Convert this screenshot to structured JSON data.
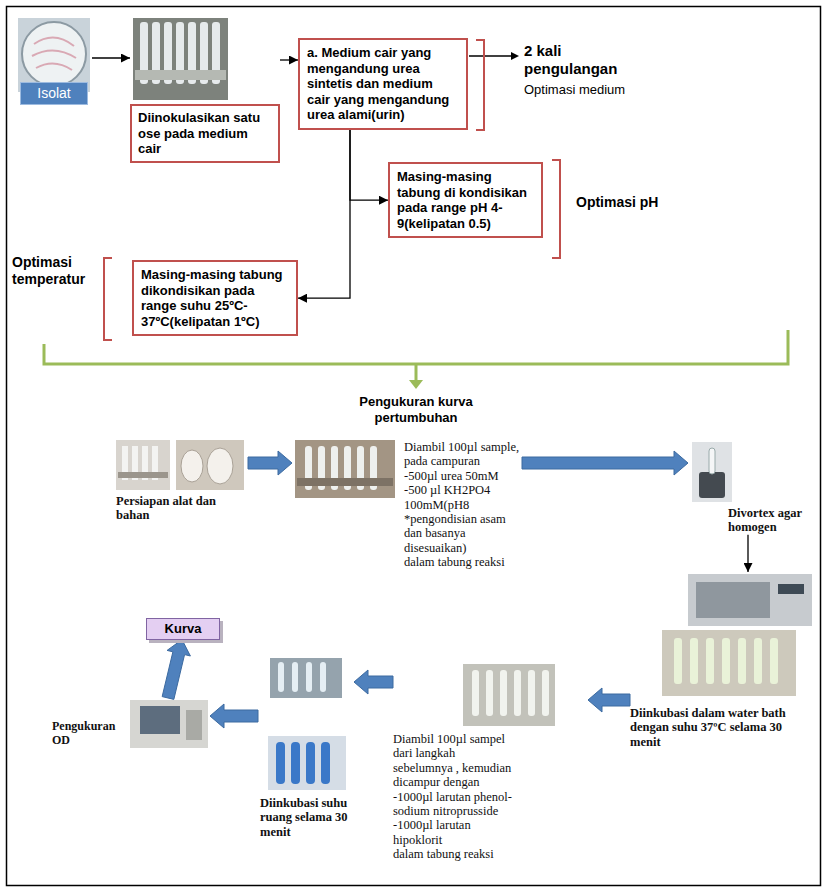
{
  "diagram": {
    "nodes": [
      {
        "text": [
          "Isolat"
        ]
      },
      {
        "text": [
          "Diinokulasikan satu ose pada medium cair"
        ]
      },
      {
        "text": [
          "a. Medium cair yang mengandung urea sintetis dan medium cair yang mengandung urea alami(urin)"
        ]
      },
      {
        "text": [
          "Masing-masing tabung di kondisikan pada range pH 4-9(kelipatan 0.5)"
        ]
      },
      {
        "text": [
          "Masing-masing tabung dikondisikan pada range suhu 25ºC-37ºC(kelipatan 1ºC)"
        ]
      },
      {
        "text": [
          "Persiapan alat dan bahan"
        ]
      },
      {
        "text": [
          "Diambil 100µl sample, pada campuran",
          "-500µl urea 50mM",
          "-500 µl KH2PO4 100mM(pH8",
          "*pengondisian asam dan basanya disesuaikan)",
          "dalam tabung reaksi"
        ]
      },
      {
        "text": [
          "Divortex agar homogen"
        ]
      },
      {
        "text": [
          "Diinkubasi dalam water bath dengan suhu 37ºC selama 30 menit"
        ]
      },
      {
        "text": [
          "Diambil 100µl sampel dari langkah sebelumnya , kemudian dicampur dengan",
          "-1000µl larutan phenol-sodium nitroprusside",
          "-1000µl larutan hipoklorit",
          "dalam tabung reaksi"
        ]
      },
      {
        "text": [
          "Diinkubasi suhu ruang selama 30 menit"
        ]
      },
      {
        "text": [
          "Pengukuran OD"
        ]
      },
      {
        "text": [
          "Kurva"
        ]
      }
    ],
    "edges": [
      {
        "from": 0,
        "to": 1,
        "arrow": "to"
      },
      {
        "from": 1,
        "to": 2,
        "arrow": "to"
      },
      {
        "from": 2,
        "to": 3,
        "arrow": "to"
      },
      {
        "from": 2,
        "to": 4,
        "arrow": "to"
      },
      {
        "from": 5,
        "to": 6,
        "arrow": "to"
      },
      {
        "from": 6,
        "to": 7,
        "arrow": "to"
      },
      {
        "from": 7,
        "to": 8,
        "arrow": "to"
      },
      {
        "from": 8,
        "to": 9,
        "arrow": "to"
      },
      {
        "from": 9,
        "to": 10,
        "arrow": "to"
      },
      {
        "from": 10,
        "to": 11,
        "arrow": "to"
      },
      {
        "from": 11,
        "to": 12,
        "arrow": "to"
      }
    ],
    "labels": [
      "2 kali pengulangan",
      "Optimasi medium",
      "Optimasi pH",
      "Optimasi temperatur",
      "Pengukuran kurva pertumbuhan"
    ]
  }
}
